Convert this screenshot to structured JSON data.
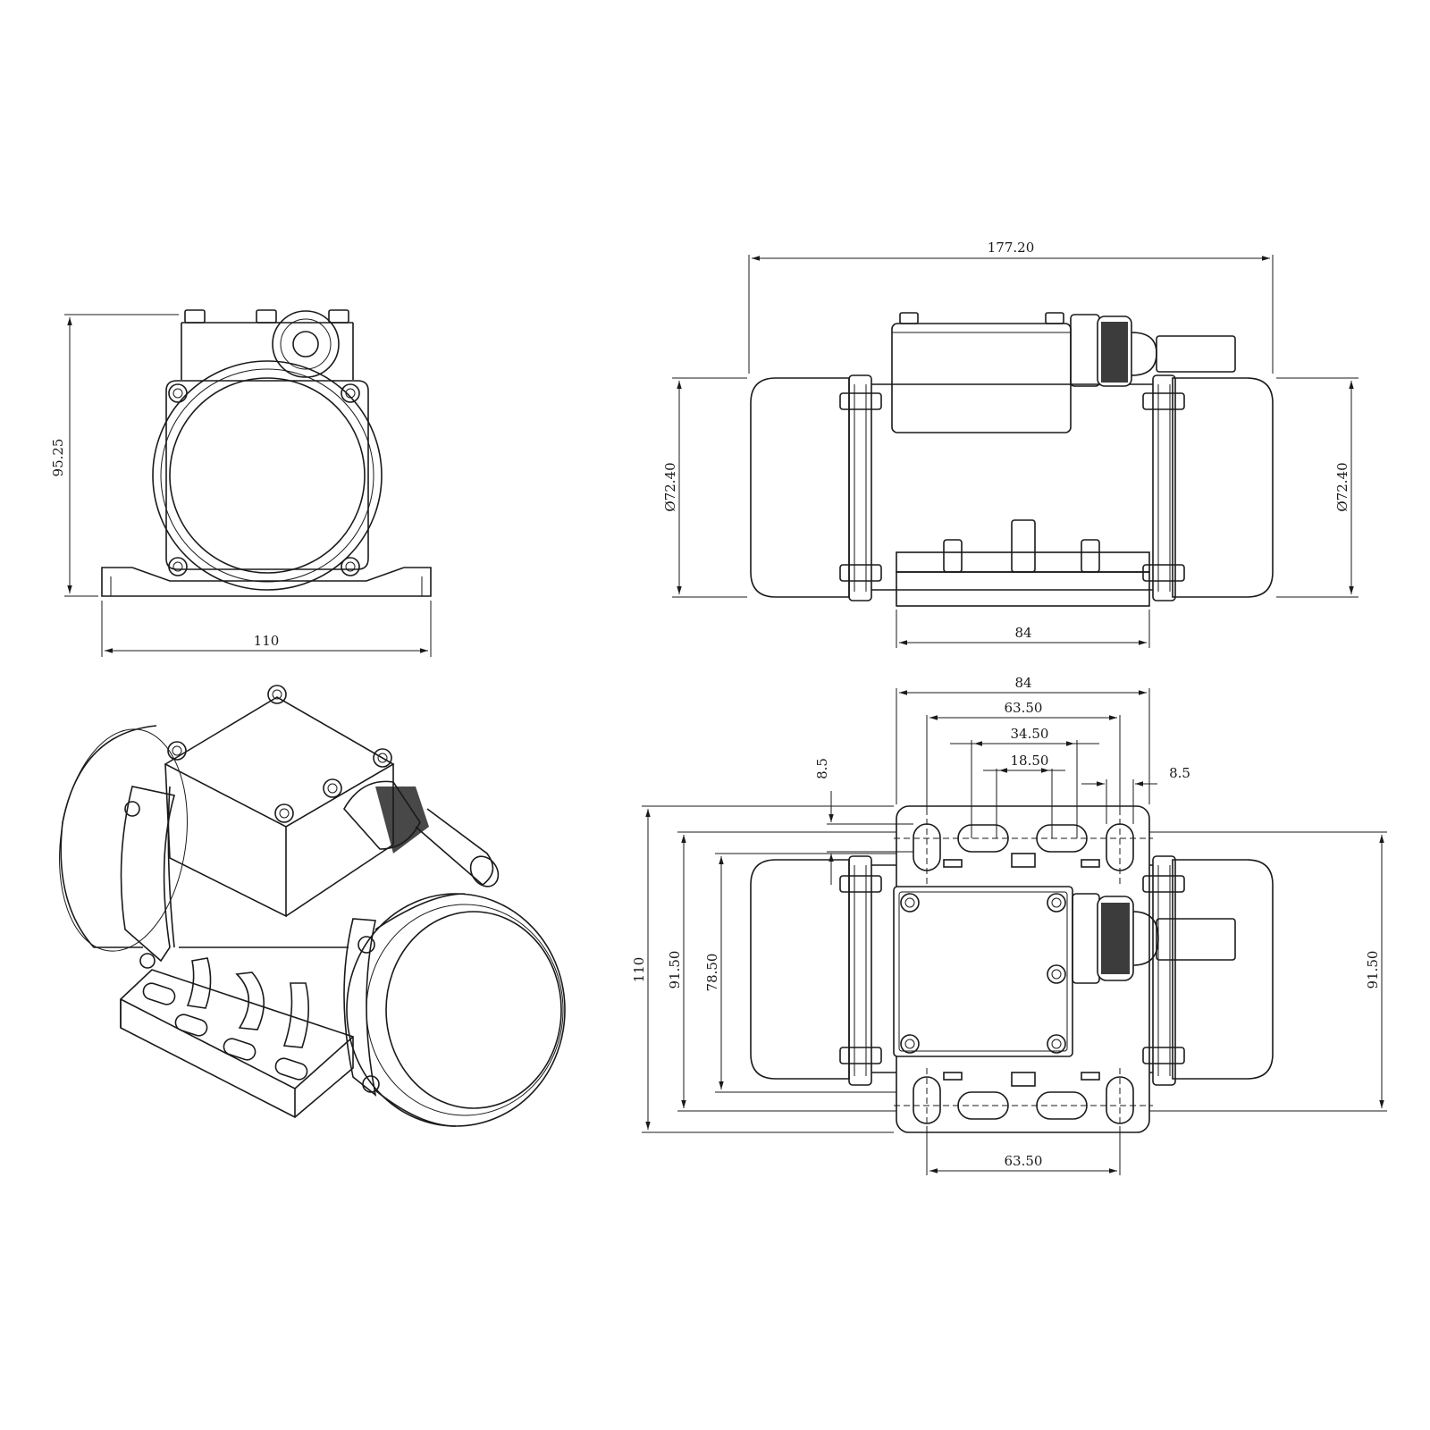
{
  "dimensions": {
    "front_height": "95.25",
    "front_width": "110",
    "side_length": "177.20",
    "side_dia_left": "Ø72.40",
    "side_dia_right": "Ø72.40",
    "side_base_width": "84",
    "top_width": "84",
    "top_63_50": "63.50",
    "top_34_50": "34.50",
    "top_18_50": "18.50",
    "top_8_5_left": "8.5",
    "top_8_5_right": "8.5",
    "top_height_110": "110",
    "top_91_50_left": "91.50",
    "top_78_50": "78.50",
    "top_91_50_right": "91.50",
    "bottom_63_50": "63.50"
  },
  "colors": {
    "line": "#1a1a1a",
    "background": "#ffffff"
  }
}
